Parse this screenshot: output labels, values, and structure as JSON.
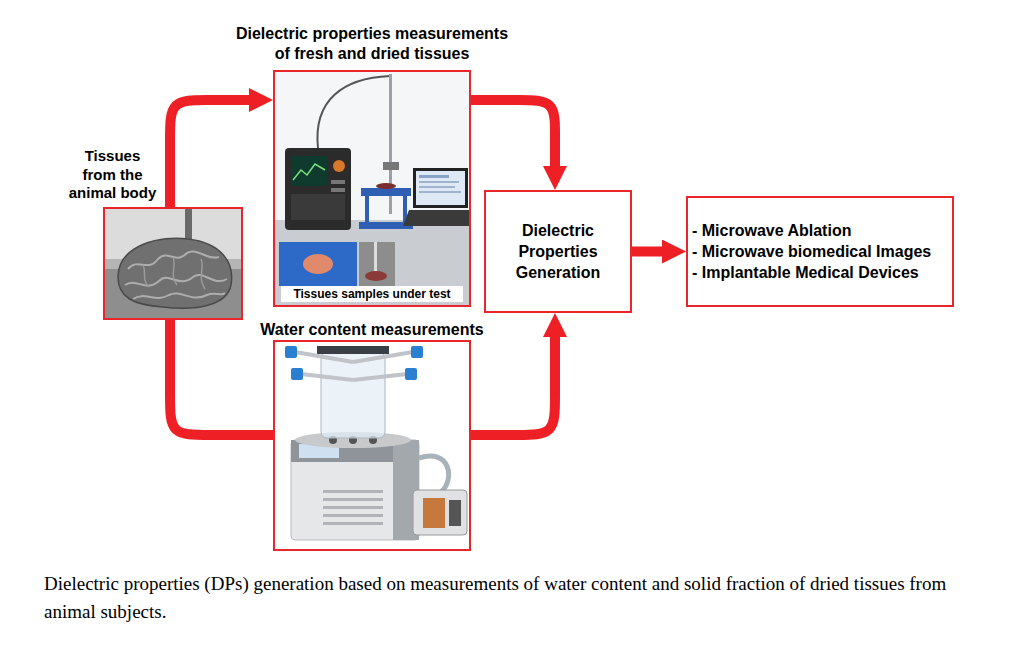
{
  "diagram": {
    "caption": "Dielectric properties (DPs) generation based on measurements of water content and solid fraction of dried tissues from animal subjects.",
    "nodes": [
      {
        "text": [
          "Tissues from the animal body"
        ]
      },
      {
        "text": [
          "Dielectric properties measurements of fresh and dried tissues",
          "Tissues samples under test"
        ]
      },
      {
        "text": [
          "Water content measurements"
        ]
      },
      {
        "text": [
          "Dielectric Properties Generation"
        ]
      },
      {
        "text": [
          "- Microwave Ablation",
          "- Microwave biomedical Images",
          "- Implantable Medical Devices"
        ]
      }
    ],
    "edges": [
      {
        "from": 0,
        "to": 1,
        "arrow": "to"
      },
      {
        "from": 0,
        "to": 2,
        "arrow": "none"
      },
      {
        "from": 1,
        "to": 3,
        "arrow": "to"
      },
      {
        "from": 2,
        "to": 3,
        "arrow": "to"
      },
      {
        "from": 3,
        "to": 4,
        "arrow": "to"
      }
    ]
  }
}
